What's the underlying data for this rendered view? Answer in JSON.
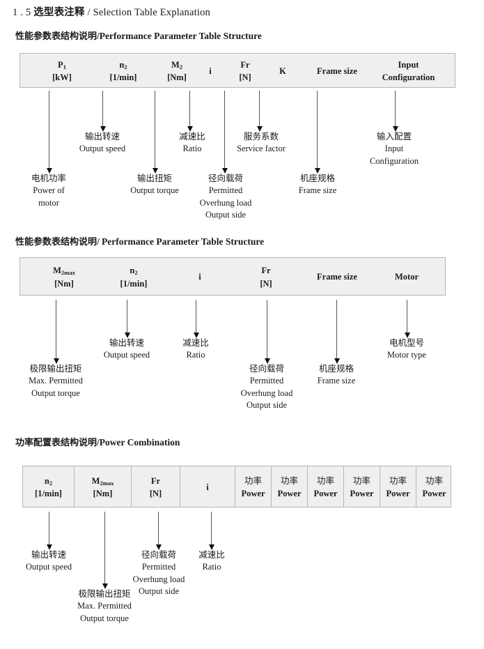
{
  "document": {
    "section_number": "1 . 5",
    "section_title_cn": "选型表注释",
    "section_title_sep": "/",
    "section_title_en": "Selection Table Explanation"
  },
  "sections": [
    {
      "heading_cn": "性能参数表结构说明",
      "heading_sep": "/",
      "heading_en": "Performance Parameter Table Structure",
      "table": {
        "columns": [
          {
            "symbol": "P",
            "sub": "1",
            "unit": "[kW]"
          },
          {
            "symbol": "n",
            "sub": "2",
            "unit": "[1/min]"
          },
          {
            "symbol": "M",
            "sub": "2",
            "unit": "[Nm]"
          },
          {
            "symbol": "i",
            "sub": "",
            "unit": ""
          },
          {
            "symbol": "Fr",
            "sub": "",
            "unit": "[N]"
          },
          {
            "symbol": "K",
            "sub": "",
            "unit": ""
          },
          {
            "symbol": "Frame size",
            "sub": "",
            "unit": ""
          },
          {
            "symbol": "Input",
            "sub": "",
            "unit": "Configuration"
          }
        ]
      },
      "annotations": [
        {
          "cn": "电机功率",
          "en": [
            "Power of",
            "motor"
          ]
        },
        {
          "cn": "输出转速",
          "en": [
            "Output speed"
          ]
        },
        {
          "cn": "输出扭矩",
          "en": [
            "Output torque"
          ]
        },
        {
          "cn": "减速比",
          "en": [
            "Ratio"
          ]
        },
        {
          "cn": "径向载荷",
          "en": [
            "Permitted",
            "Overhung load",
            "Output side"
          ]
        },
        {
          "cn": "服务系数",
          "en": [
            "Service factor"
          ]
        },
        {
          "cn": "机座规格",
          "en": [
            "Frame size"
          ]
        },
        {
          "cn": "输入配置",
          "en": [
            "Input",
            "Configuration"
          ]
        }
      ]
    },
    {
      "heading_cn": "性能参数表结构说明",
      "heading_sep": "/",
      "heading_en": "Performance Parameter Table Structure",
      "table": {
        "columns": [
          {
            "symbol": "M",
            "sub": "2max",
            "unit": "[Nm]"
          },
          {
            "symbol": "n",
            "sub": "2",
            "unit": "[1/min]"
          },
          {
            "symbol": "i",
            "sub": "",
            "unit": ""
          },
          {
            "symbol": "Fr",
            "sub": "",
            "unit": "[N]"
          },
          {
            "symbol": "Frame size",
            "sub": "",
            "unit": ""
          },
          {
            "symbol": "Motor",
            "sub": "",
            "unit": ""
          }
        ]
      },
      "annotations": [
        {
          "cn": "极限输出扭矩",
          "en": [
            "Max. Permitted",
            "Output  torque"
          ]
        },
        {
          "cn": "输出转速",
          "en": [
            "Output speed"
          ]
        },
        {
          "cn": "减速比",
          "en": [
            "Ratio"
          ]
        },
        {
          "cn": "径向载荷",
          "en": [
            "Permitted",
            "Overhung load",
            "Output side"
          ]
        },
        {
          "cn": "机座规格",
          "en": [
            "Frame size"
          ]
        },
        {
          "cn": "电机型号",
          "en": [
            "Motor type"
          ]
        }
      ]
    },
    {
      "heading_cn": "功率配置表结构说明",
      "heading_sep": "/",
      "heading_en": "Power Combination",
      "table": {
        "columns": [
          {
            "symbol": "n",
            "sub": "2",
            "unit": "[1/min]"
          },
          {
            "symbol": "M",
            "sub": "2max",
            "unit": "[Nm]"
          },
          {
            "symbol": "Fr",
            "sub": "",
            "unit": "[N]"
          },
          {
            "symbol": "i",
            "sub": "",
            "unit": ""
          },
          {
            "symbol_cn": "功率",
            "unit": "Power"
          },
          {
            "symbol_cn": "功率",
            "unit": "Power"
          },
          {
            "symbol_cn": "功率",
            "unit": "Power"
          },
          {
            "symbol_cn": "功率",
            "unit": "Power"
          },
          {
            "symbol_cn": "功率",
            "unit": "Power"
          },
          {
            "symbol_cn": "功率",
            "unit": "Power"
          }
        ]
      },
      "annotations": [
        {
          "cn": "输出转速",
          "en": [
            "Output speed"
          ]
        },
        {
          "cn": "极限输出扭矩",
          "en": [
            "Max. Permitted",
            "Output  torque"
          ]
        },
        {
          "cn": "径向载荷",
          "en": [
            "Permitted",
            "Overhung load",
            "Output side"
          ]
        },
        {
          "cn": "减速比",
          "en": [
            "Ratio"
          ]
        }
      ]
    }
  ],
  "colors": {
    "table_fill": "#efefef",
    "table_border": "#b6b6b6",
    "arrow": "#111111",
    "text": "#1a1a1a"
  }
}
